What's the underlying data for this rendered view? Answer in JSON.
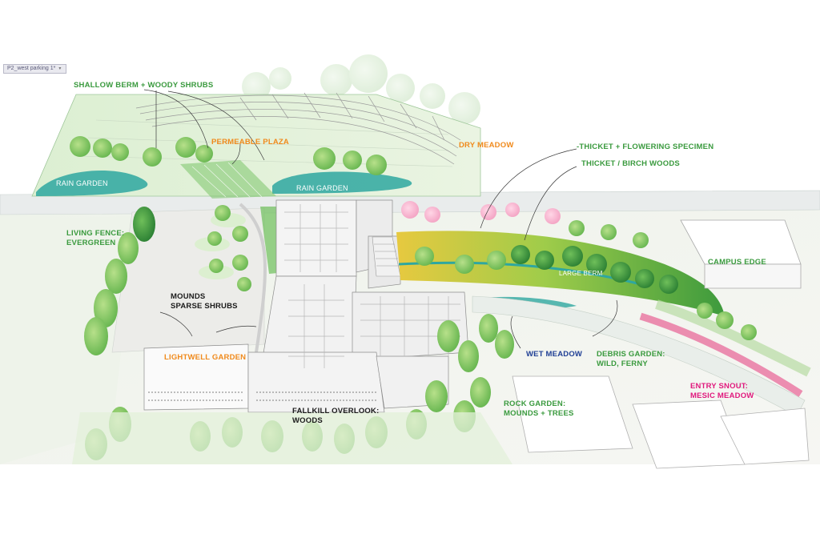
{
  "window_tab": {
    "label": "P2_west parking 1*",
    "dropdown_icon": "chevron-down-icon"
  },
  "colors": {
    "label_green": "#3a9a3e",
    "label_orange": "#f08a1c",
    "label_black": "#1b1b1b",
    "label_blue": "#1f3f95",
    "label_pink": "#e0197d",
    "meadow_yellow": "#e8c23a",
    "water_teal": "#2ea7a0",
    "pink_path": "#e86a9a"
  },
  "labels": {
    "shallow_berm": "SHALLOW BERM + WOODY SHRUBS",
    "permeable_plaza": "PERMEABLE PLAZA",
    "rain_garden_left": "RAIN GARDEN",
    "rain_garden_right": "RAIN GARDEN",
    "dry_meadow": "DRY MEADOW",
    "thicket_flowering": "-THICKET + FLOWERING SPECIMEN",
    "thicket_birch": "THICKET / BIRCH WOODS",
    "living_fence_1": "LIVING FENCE:",
    "living_fence_2": "EVERGREEN",
    "campus_edge": "CAMPUS EDGE",
    "large_berm": "LARGE BERM",
    "mounds_1": "MOUNDS",
    "mounds_2": "SPARSE SHRUBS",
    "lightwell_garden": "LIGHTWELL GARDEN",
    "wet_meadow": "WET MEADOW",
    "debris_1": "DEBRIS GARDEN:",
    "debris_2": "WILD, FERNY",
    "entry_1": "ENTRY SNOUT:",
    "entry_2": "MESIC MEADOW",
    "fallkill_1": "FALLKILL OVERLOOK:",
    "fallkill_2": "WOODS",
    "rock_1": "ROCK GARDEN:",
    "rock_2": "MOUNDS + TREES"
  }
}
